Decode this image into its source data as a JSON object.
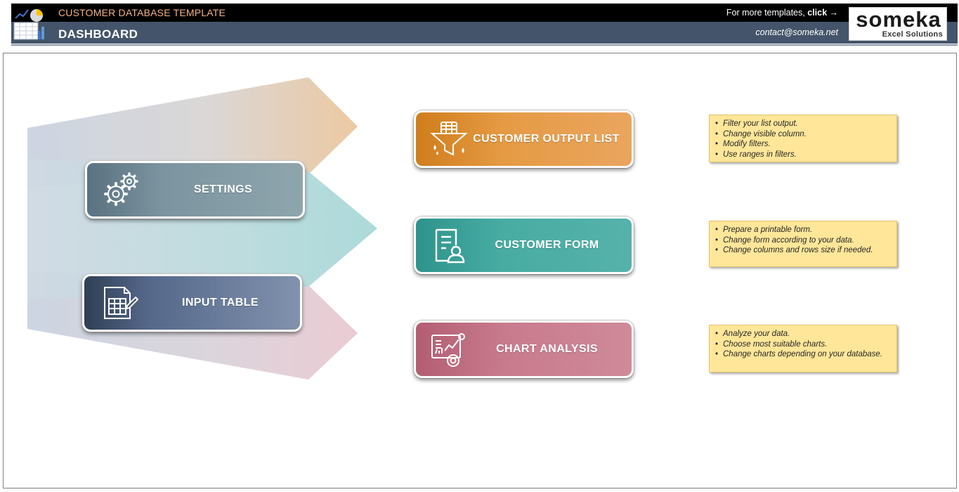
{
  "header": {
    "app_title": "CUSTOMER DATABASE TEMPLATE",
    "page_title": "DASHBOARD",
    "more_templates_text": "For more templates,",
    "more_templates_link": "click →",
    "contact": "contact@someka.net",
    "brand_name": "someka",
    "brand_sub": "Excel Solutions"
  },
  "nav": {
    "settings": {
      "label": "SETTINGS",
      "icon": "gears-icon"
    },
    "input_table": {
      "label": "INPUT TABLE",
      "icon": "table-edit-icon"
    },
    "customer_output_list": {
      "label": "CUSTOMER OUTPUT LIST",
      "icon": "funnel-filter-icon"
    },
    "customer_form": {
      "label": "CUSTOMER FORM",
      "icon": "form-user-icon"
    },
    "chart_analysis": {
      "label": "CHART ANALYSIS",
      "icon": "chart-analysis-icon"
    }
  },
  "notes": {
    "output": [
      "Filter your list  output.",
      "Change visible column.",
      "Modify filters.",
      "Use ranges in filters."
    ],
    "form": [
      "Prepare a printable form.",
      "Change form according to your data.",
      "Change columns and rows size if needed."
    ],
    "chart": [
      "Analyze your data.",
      "Choose most suitable charts.",
      "Change charts depending on your database."
    ]
  },
  "colors": {
    "header_black": "#000000",
    "header_slate": "#44546a",
    "title_accent": "#f4b183",
    "settings": "#7b949f",
    "input_table": "#56688a",
    "output_list": "#e59a43",
    "form": "#48aca3",
    "chart": "#c87a8d",
    "note_bg": "#ffe699"
  }
}
